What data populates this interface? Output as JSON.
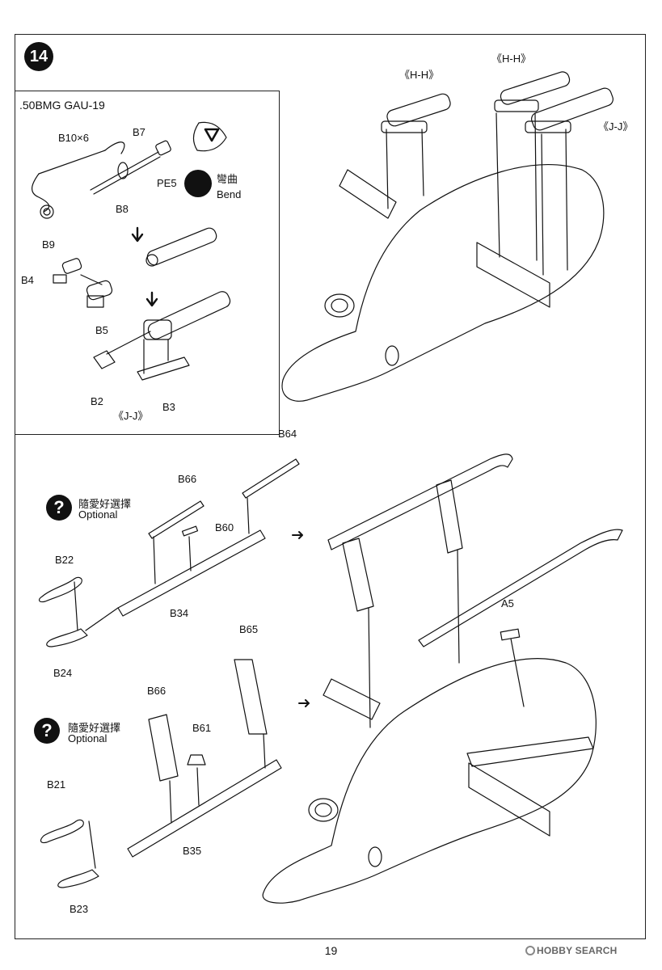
{
  "step": {
    "number": "14"
  },
  "inset": {
    "title": ".50BMG GAU-19",
    "labels": {
      "b10": "B10×6",
      "b7": "B7",
      "pe5": "PE5",
      "b8": "B8",
      "b9": "B9",
      "b4": "B4",
      "b5": "B5",
      "b2": "B2",
      "b3": "B3",
      "jj": "《J-J》"
    },
    "bend_cn": "彎曲",
    "bend_en": "Bend"
  },
  "top_right": {
    "hh_left": "《H-H》",
    "hh_right": "《H-H》",
    "jj": "《J-J》"
  },
  "lower_top": {
    "optional_cn": "隨愛好選擇",
    "optional_en": "Optional",
    "labels": {
      "b64": "B64",
      "b66": "B66",
      "b60": "B60",
      "b22": "B22",
      "b34": "B34",
      "b24": "B24"
    }
  },
  "lower_bottom": {
    "optional_cn": "隨愛好選擇",
    "optional_en": "Optional",
    "labels": {
      "b65": "B65",
      "b66": "B66",
      "b61": "B61",
      "b21": "B21",
      "b35": "B35",
      "b23": "B23",
      "a5": "A5"
    }
  },
  "footer": {
    "page_number": "19",
    "watermark": "HOBBY SEARCH"
  }
}
